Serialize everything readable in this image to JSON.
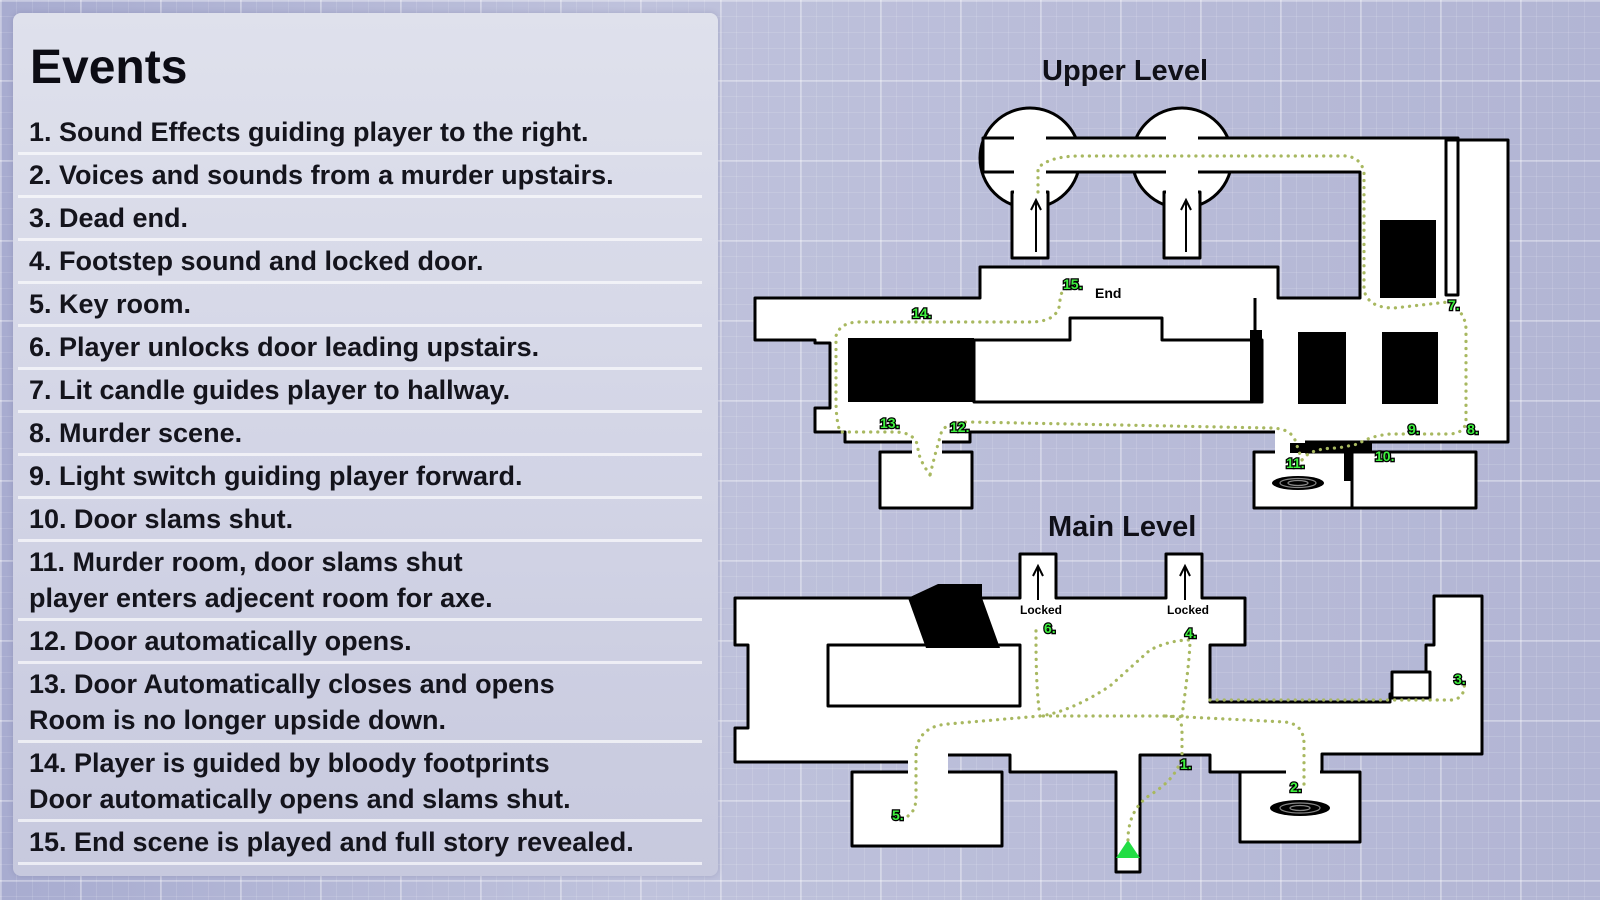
{
  "panel": {
    "title": "Events",
    "events": [
      "1. Sound Effects guiding player to the right.",
      "2. Voices and sounds from a murder upstairs.",
      "3. Dead end.",
      "4. Footstep sound and locked door.",
      "5. Key room.",
      "6. Player unlocks door leading upstairs.",
      "7. Lit candle guides player to hallway.",
      "8. Murder scene.",
      "9. Light switch guiding player forward.",
      "10. Door slams shut.",
      "11. Murder room, door slams shut\nplayer enters adjecent room for axe.",
      "12. Door automatically opens.",
      "13. Door Automatically closes and opens\nRoom is no longer upside down.",
      "14. Player is guided by bloody footprints\nDoor automatically opens and slams shut.",
      "15. End scene is played and full story revealed."
    ]
  },
  "map": {
    "upper_level": {
      "title": "Upper Level",
      "end_label": "End",
      "markers": [
        "7.",
        "8.",
        "9.",
        "10.",
        "11.",
        "12.",
        "13.",
        "14.",
        "15."
      ]
    },
    "main_level": {
      "title": "Main Level",
      "locked_labels": [
        "Locked",
        "Locked"
      ],
      "markers": [
        "1.",
        "2.",
        "3.",
        "4.",
        "5.",
        "6."
      ]
    },
    "colors": {
      "marker_fill": "#3ef03e",
      "path_dots": "#a8b860",
      "start_triangle": "#22dd44"
    }
  }
}
